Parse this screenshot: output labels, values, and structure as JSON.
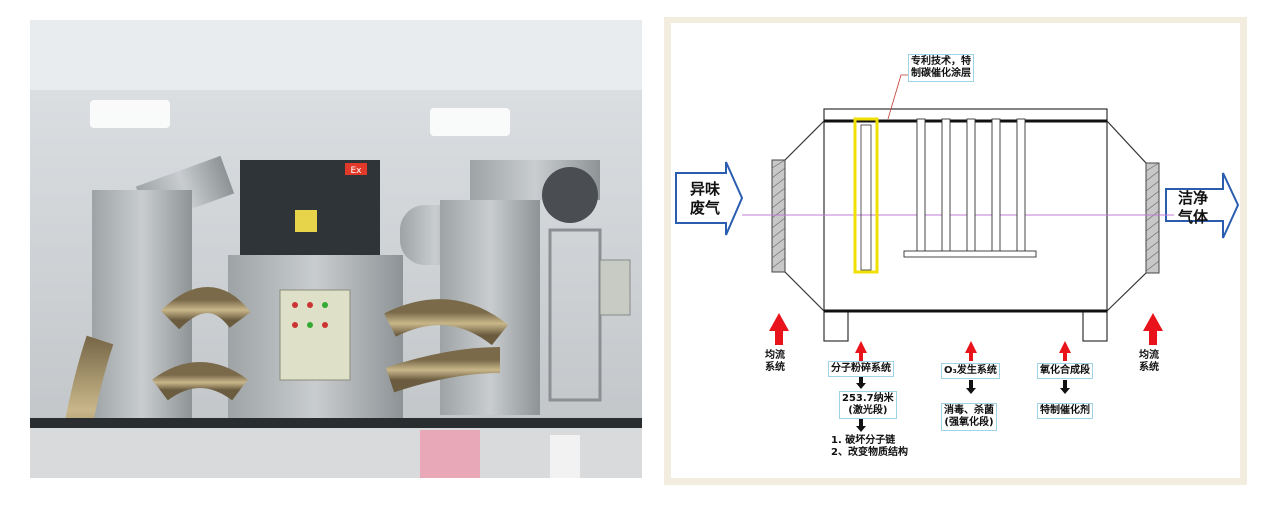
{
  "photo": {
    "sign_text": "Ex"
  },
  "diagram": {
    "inlet_label": "异味\n废气",
    "outlet_label": "洁净\n气体",
    "patent_callout": "专利技术，特\n制碳催化涂层",
    "stages": {
      "left_equalizer": "均流\n系统",
      "molecule_crush": "分子粉碎系统",
      "wavelength": "253.7纳米\n(激光段)",
      "effects": "1. 破坏分子链\n2、改变物质结构",
      "ozone": "O₃发生系统",
      "disinfect": "消毒、杀菌\n(强氧化段)",
      "oxidation": "氧化合成段",
      "catalyst": "特制催化剂",
      "right_equalizer": "均流\n系统"
    },
    "colors": {
      "arrow_red": "#e8131b",
      "inlet_arrow_fill": "#ffffff",
      "inlet_arrow_stroke": "#2a5db0",
      "callout_box": "#9fd3e6",
      "centerline": "#c07bd6",
      "lamp_outline": "#f0e000"
    }
  }
}
